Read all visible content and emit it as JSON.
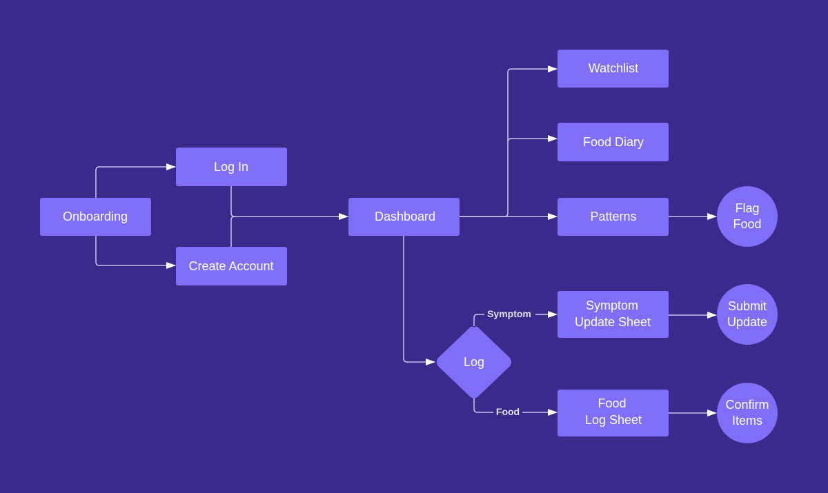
{
  "colors": {
    "background": "#3a2a8c",
    "node": "#7f6ff8",
    "edge": "#c9c4ee",
    "text": "#ffffff"
  },
  "nodes": {
    "onboarding": "Onboarding",
    "login": "Log In",
    "create_account": "Create Account",
    "dashboard": "Dashboard",
    "watchlist": "Watchlist",
    "food_diary": "Food Diary",
    "patterns": "Patterns",
    "flag_food": [
      "Flag",
      "Food"
    ],
    "log": "Log",
    "symptom_sheet": [
      "Symptom",
      "Update Sheet"
    ],
    "food_sheet": [
      "Food",
      "Log Sheet"
    ],
    "submit_update": [
      "Submit",
      "Update"
    ],
    "confirm_items": [
      "Confirm",
      "Items"
    ]
  },
  "edge_labels": {
    "symptom": "Symptom",
    "food": "Food"
  }
}
